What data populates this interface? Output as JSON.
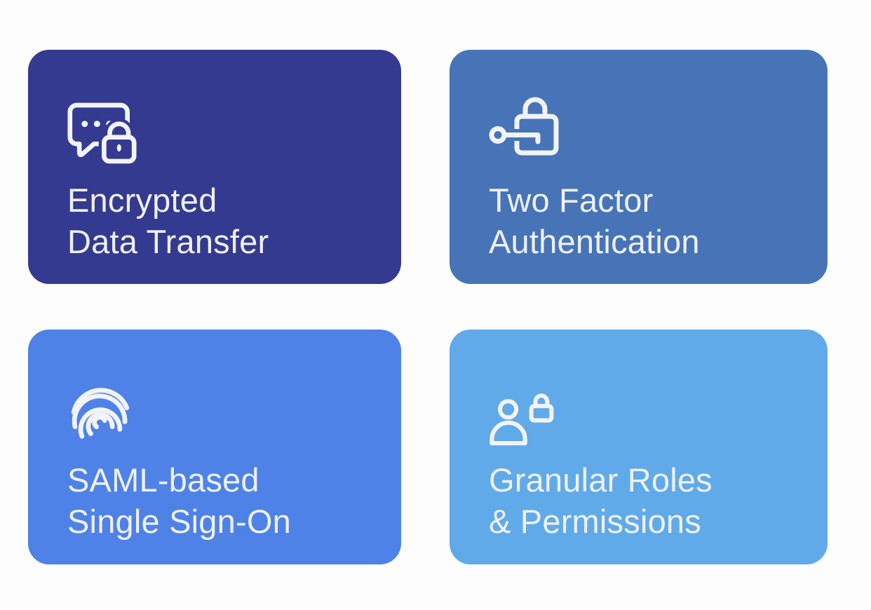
{
  "page": {
    "background": "#FDFDFE"
  },
  "colors": {
    "text": "#EFF0F5",
    "icon": "#F2F3F7"
  },
  "cards": [
    {
      "id": "encrypted-data-transfer",
      "title_line1": "Encrypted",
      "title_line2": "Data Transfer",
      "icon": "chat-lock-icon",
      "background": "#343A8F"
    },
    {
      "id": "two-factor-authentication",
      "title_line1": "Two Factor",
      "title_line2": "Authentication",
      "icon": "key-unlock-icon",
      "background": "#4674B7"
    },
    {
      "id": "saml-single-sign-on",
      "title_line1": "SAML-based",
      "title_line2": "Single Sign-On",
      "icon": "fingerprint-icon",
      "background": "#4E82E7"
    },
    {
      "id": "granular-roles-permissions",
      "title_line1": "Granular Roles",
      "title_line2": "& Permissions",
      "icon": "user-lock-icon",
      "background": "#60AAE9"
    }
  ]
}
